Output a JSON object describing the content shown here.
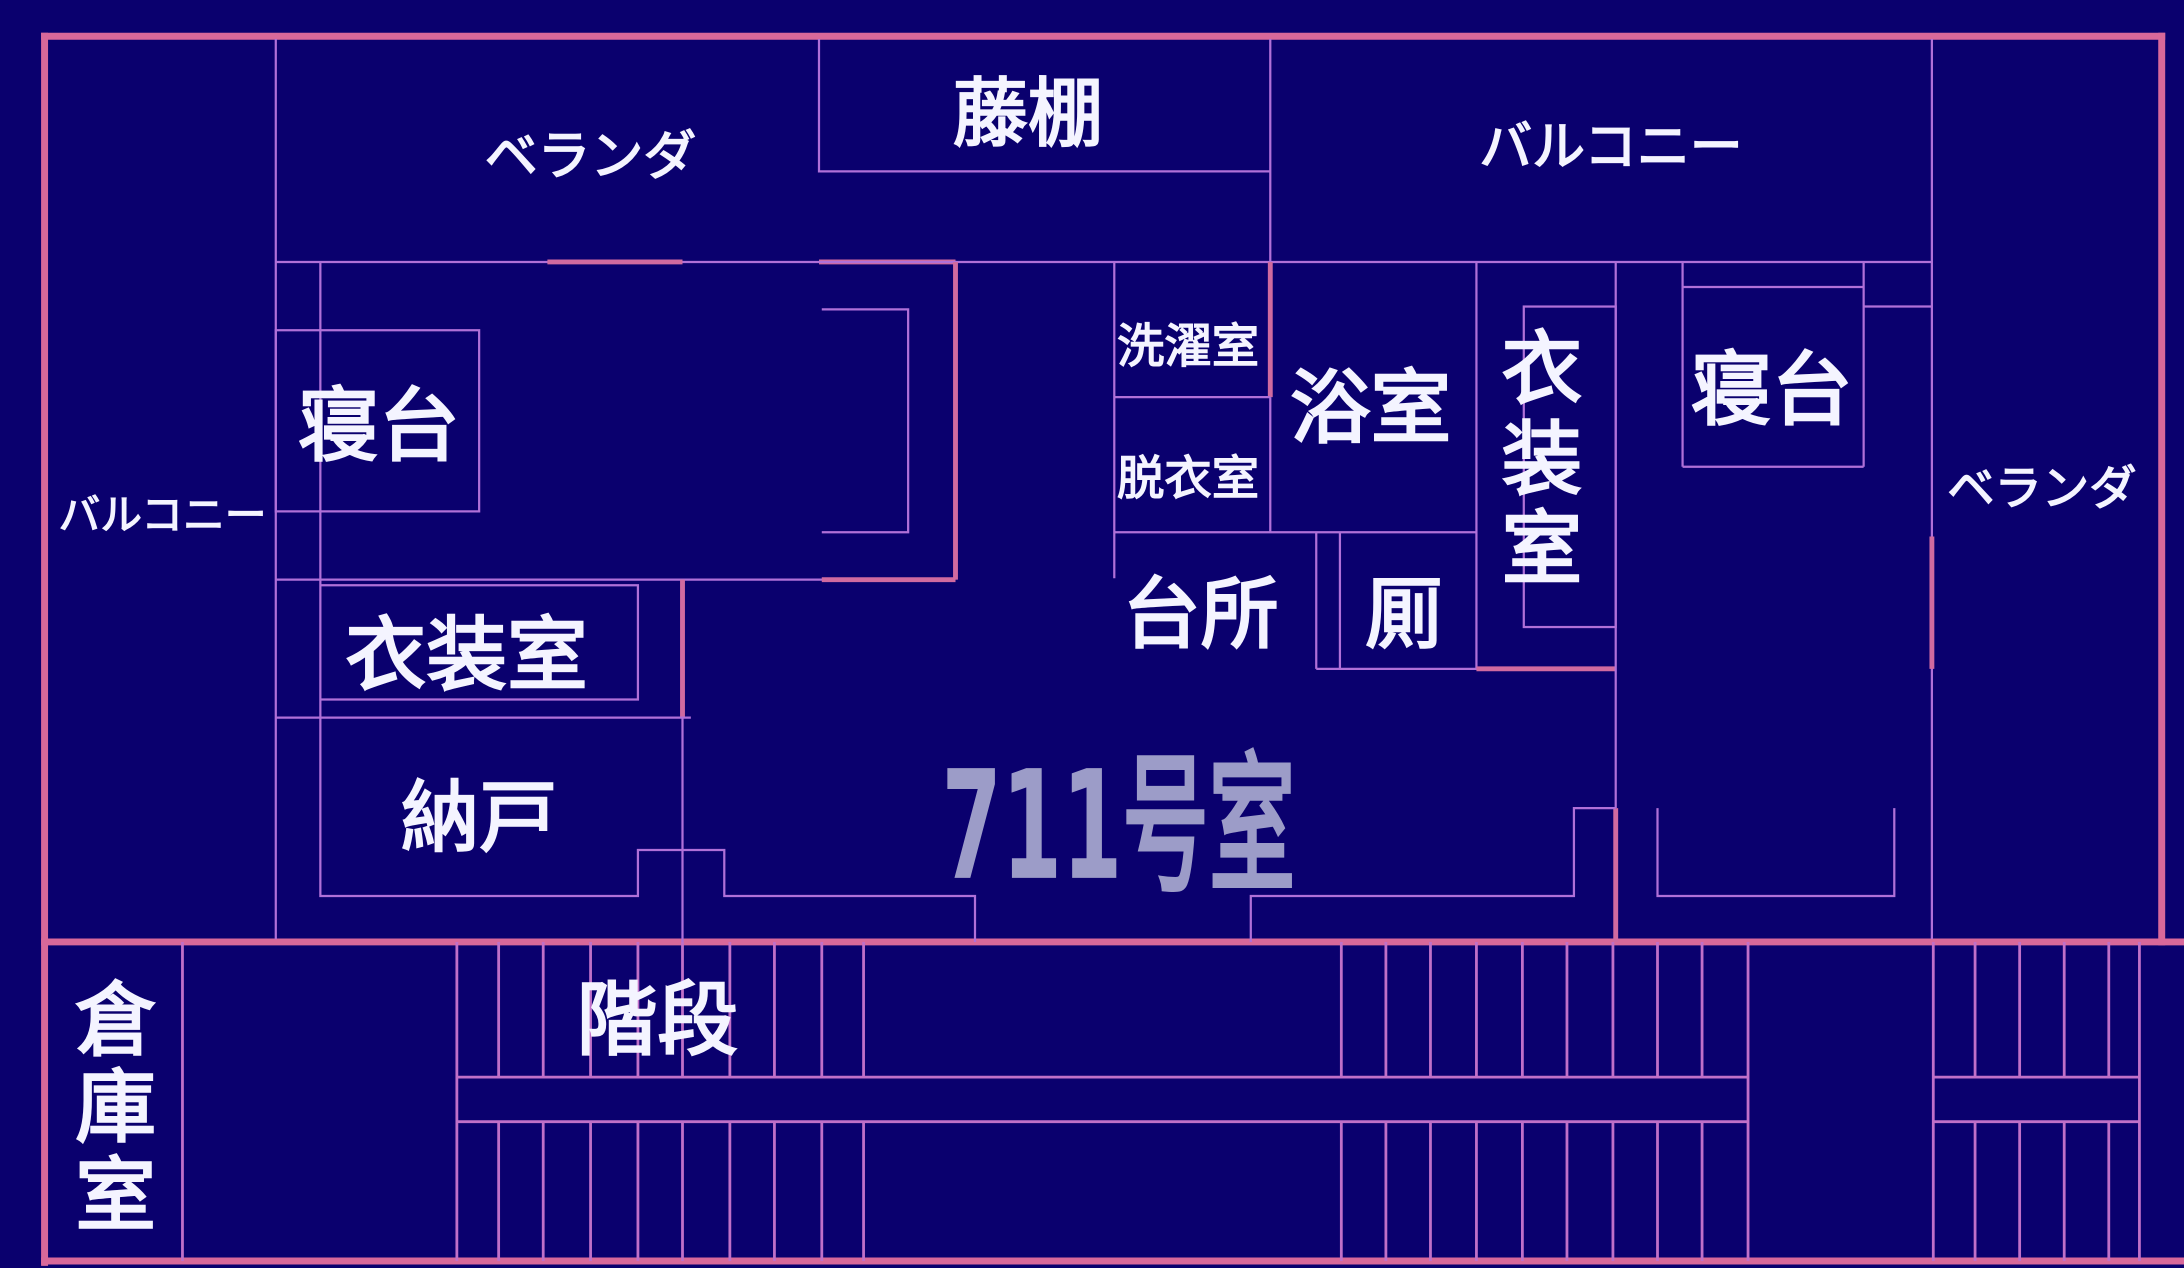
{
  "plan": {
    "unit_title": "711号室",
    "colors": {
      "background": "#0a006e",
      "wall": "#d8689a",
      "partition": "#b070d8",
      "label": "#f4f4ff",
      "unit_title": "#9c9cc8"
    },
    "rooms": {
      "veranda_top_left": "ベランダ",
      "wisteria_trellis": "藤棚",
      "balcony_top_right": "バルコニー",
      "balcony_left": "バルコニー",
      "veranda_right": "ベランダ",
      "bed_left": "寝台",
      "bed_right": "寝台",
      "laundry_room": "洗濯室",
      "dressing_room": "脱衣室",
      "bathroom": "浴室",
      "kitchen": "台所",
      "toilet": "厠",
      "wardrobe_left": "衣装室",
      "wardrobe_right_1": "衣",
      "wardrobe_right_2": "装",
      "wardrobe_right_3": "室",
      "storage_room_1": "倉",
      "storage_room_2": "庫",
      "storage_room_3": "室",
      "closet": "納戸",
      "stairs": "階段"
    }
  }
}
